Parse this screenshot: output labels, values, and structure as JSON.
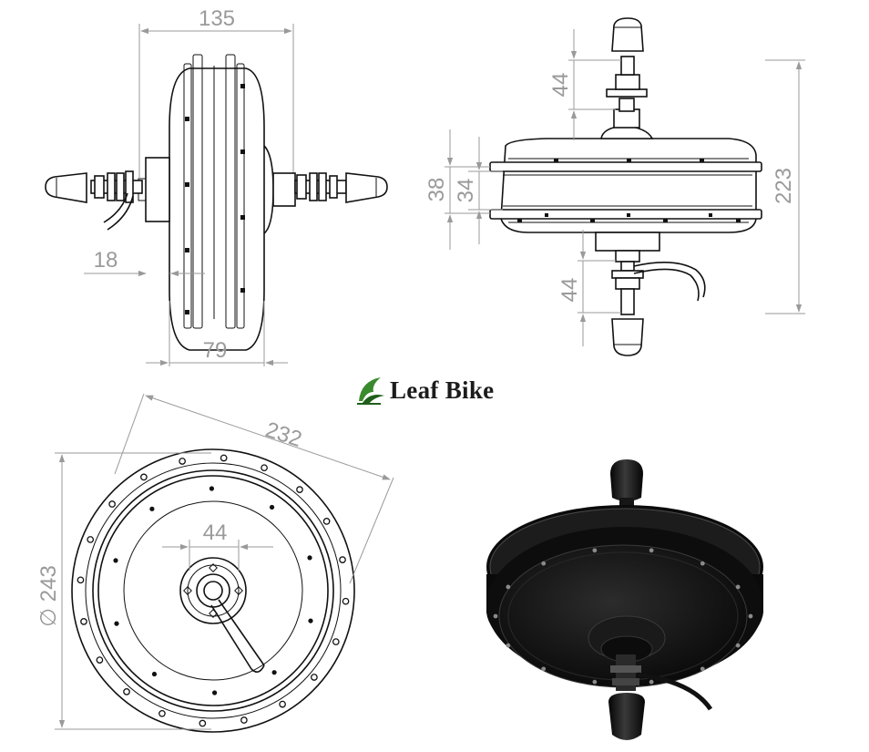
{
  "brand": {
    "name": "Leaf Bike",
    "logo_color": "#3a8a2e"
  },
  "views": {
    "front": {
      "dims": {
        "width_total": "135",
        "axle_offset": "18",
        "hub_width": "79"
      }
    },
    "side": {
      "dims": {
        "upper_axle": "44",
        "rim_outer": "38",
        "rim_inner": "34",
        "overall_height": "223",
        "lower_axle": "44"
      }
    },
    "face": {
      "dims": {
        "flange_diameter": "232",
        "hub_diameter": "44",
        "outer_diameter": "∅ 243"
      }
    },
    "render": {}
  },
  "colors": {
    "line": "#111111",
    "dimension": "#9a9a9a",
    "render_body": "#141414"
  }
}
